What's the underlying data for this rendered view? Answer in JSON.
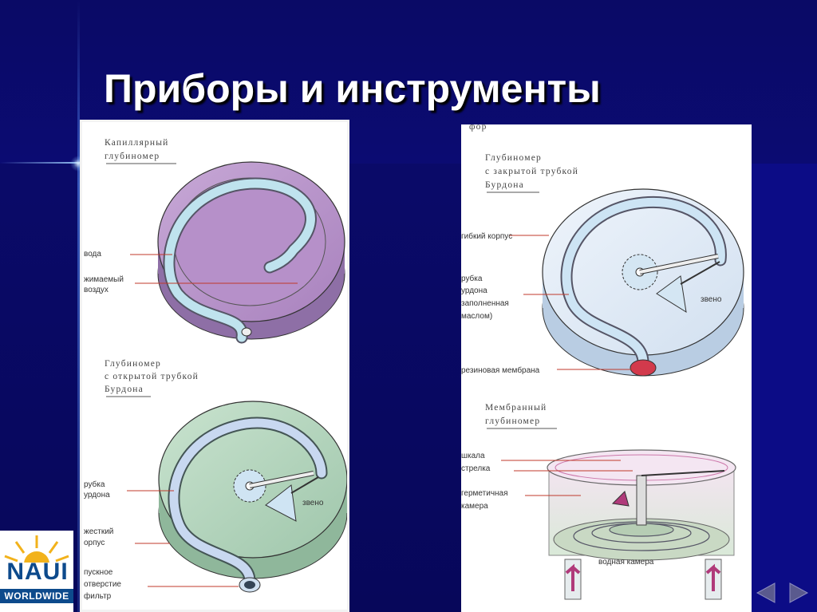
{
  "slide": {
    "title": "Приборы и инструменты"
  },
  "left_panel": {
    "capillary": {
      "heading_line1": "Капиллярный",
      "heading_line2": "глубиномер",
      "labels": [
        "вода",
        "жимаемый",
        "воздух"
      ]
    },
    "open_bourdon": {
      "heading_line1": "Глубиномер",
      "heading_line2": "с открытой трубкой",
      "heading_line3": "Бурдона",
      "labels": [
        "рубка",
        "урдона",
        "звено",
        "жесткий",
        "орпус",
        "пускное",
        "отверстие",
        "фильтр"
      ]
    }
  },
  "right_panel": {
    "top_cut": "фор",
    "closed_bourdon": {
      "heading_line1": "Глубиномер",
      "heading_line2": "с закрытой трубкой",
      "heading_line3": "Бурдона",
      "labels": [
        "гибкий корпус",
        "рубка",
        "урдона",
        "заполненная",
        "маслом)",
        "звено",
        "резиновая мембрана"
      ]
    },
    "membrane": {
      "heading_line1": "Мембранный",
      "heading_line2": "глубиномер",
      "labels": [
        "шкала",
        "стрелка",
        "герметичная",
        "камера",
        "водная камера"
      ]
    }
  },
  "logo": {
    "text": "NAUI",
    "sub": "WORLDWIDE"
  },
  "colors": {
    "background": "#0b0b6e",
    "title": "#ffffff",
    "leader": "#c0392b"
  }
}
